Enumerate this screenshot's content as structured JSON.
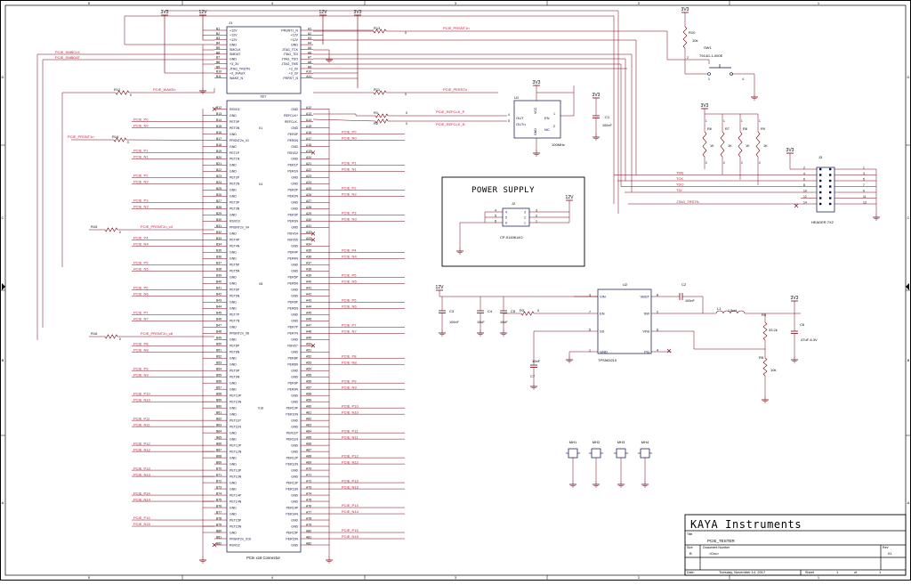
{
  "frame": {
    "cols": [
      "5",
      "4",
      "3",
      "2",
      "1"
    ],
    "rows": [
      "D",
      "C",
      "B",
      "A"
    ]
  },
  "connector": {
    "ref": "J1",
    "caption": "PCIe x16 Connector",
    "key": "KEY",
    "left_top": [
      {
        "pin": "B1",
        "name": "+12V"
      },
      {
        "pin": "B2",
        "name": "+12V"
      },
      {
        "pin": "B3",
        "name": "+12V"
      },
      {
        "pin": "B4",
        "name": "GND"
      },
      {
        "pin": "B5",
        "name": "SMCLK"
      },
      {
        "pin": "B6",
        "name": "SMDAT"
      },
      {
        "pin": "B7",
        "name": "GND"
      },
      {
        "pin": "B8",
        "name": "+3_3V"
      },
      {
        "pin": "B9",
        "name": "JTAG_TRSTN"
      },
      {
        "pin": "B10",
        "name": "+3_3VAUX"
      },
      {
        "pin": "B11",
        "name": "WAKE_N"
      }
    ],
    "right_top": [
      {
        "pin": "A1",
        "name": "PRSNT1_N"
      },
      {
        "pin": "A2",
        "name": "+12V"
      },
      {
        "pin": "A3",
        "name": "+12V"
      },
      {
        "pin": "A4",
        "name": "GND"
      },
      {
        "pin": "A5",
        "name": "JTAG_TCK"
      },
      {
        "pin": "A6",
        "name": "JTAG_TDI"
      },
      {
        "pin": "A7",
        "name": "JTAG_TDO"
      },
      {
        "pin": "A8",
        "name": "JTAG_TMS"
      },
      {
        "pin": "A9",
        "name": "+3_3V"
      },
      {
        "pin": "A10",
        "name": "+3_3V"
      },
      {
        "pin": "A11",
        "name": "PERST_N"
      }
    ],
    "left_main": [
      {
        "pin": "B12",
        "name": "RSVD1"
      },
      {
        "pin": "B13",
        "name": "GND"
      },
      {
        "pin": "B14",
        "name": "PET0P"
      },
      {
        "pin": "B15",
        "name": "PET0N"
      },
      {
        "pin": "B16",
        "name": "GND"
      },
      {
        "pin": "B17",
        "name": "PRSNT2n_X1"
      },
      {
        "pin": "B18",
        "name": "GND"
      },
      {
        "pin": "B19",
        "name": "PET1P"
      },
      {
        "pin": "B20",
        "name": "PET1N"
      },
      {
        "pin": "B21",
        "name": "GND"
      },
      {
        "pin": "B22",
        "name": "GND"
      },
      {
        "pin": "B23",
        "name": "PET2P"
      },
      {
        "pin": "B24",
        "name": "PET2N"
      },
      {
        "pin": "B25",
        "name": "GND"
      },
      {
        "pin": "B26",
        "name": "GND"
      },
      {
        "pin": "B27",
        "name": "PET3P"
      },
      {
        "pin": "B28",
        "name": "PET3N"
      },
      {
        "pin": "B29",
        "name": "GND"
      },
      {
        "pin": "B30",
        "name": "RSVD3"
      },
      {
        "pin": "B31",
        "name": "PRSNT2n_X4"
      },
      {
        "pin": "B32",
        "name": "GND"
      },
      {
        "pin": "B33",
        "name": "PET4P"
      },
      {
        "pin": "B34",
        "name": "PET4N"
      },
      {
        "pin": "B35",
        "name": "GND"
      },
      {
        "pin": "B36",
        "name": "GND"
      },
      {
        "pin": "B37",
        "name": "PET5P"
      },
      {
        "pin": "B38",
        "name": "PET5N"
      },
      {
        "pin": "B39",
        "name": "GND"
      },
      {
        "pin": "B40",
        "name": "GND"
      },
      {
        "pin": "B41",
        "name": "PET6P"
      },
      {
        "pin": "B42",
        "name": "PET6N"
      },
      {
        "pin": "B43",
        "name": "GND"
      },
      {
        "pin": "B44",
        "name": "GND"
      },
      {
        "pin": "B45",
        "name": "PET7P"
      },
      {
        "pin": "B46",
        "name": "PET7N"
      },
      {
        "pin": "B47",
        "name": "GND"
      },
      {
        "pin": "B48",
        "name": "PRSNT2n_X8"
      },
      {
        "pin": "B49",
        "name": "GND"
      },
      {
        "pin": "B50",
        "name": "PET8P"
      },
      {
        "pin": "B51",
        "name": "PET8N"
      },
      {
        "pin": "B52",
        "name": "GND"
      },
      {
        "pin": "B53",
        "name": "GND"
      },
      {
        "pin": "B54",
        "name": "PET9P"
      },
      {
        "pin": "B55",
        "name": "PET9N"
      },
      {
        "pin": "B56",
        "name": "GND"
      },
      {
        "pin": "B57",
        "name": "GND"
      },
      {
        "pin": "B58",
        "name": "PET10P"
      },
      {
        "pin": "B59",
        "name": "PET10N"
      },
      {
        "pin": "B60",
        "name": "GND"
      },
      {
        "pin": "B61",
        "name": "GND"
      },
      {
        "pin": "B62",
        "name": "PET11P"
      },
      {
        "pin": "B63",
        "name": "PET11N"
      },
      {
        "pin": "B64",
        "name": "GND"
      },
      {
        "pin": "B65",
        "name": "GND"
      },
      {
        "pin": "B66",
        "name": "PET12P"
      },
      {
        "pin": "B67",
        "name": "PET12N"
      },
      {
        "pin": "B68",
        "name": "GND"
      },
      {
        "pin": "B69",
        "name": "GND"
      },
      {
        "pin": "B70",
        "name": "PET13P"
      },
      {
        "pin": "B71",
        "name": "PET13N"
      },
      {
        "pin": "B72",
        "name": "GND"
      },
      {
        "pin": "B73",
        "name": "GND"
      },
      {
        "pin": "B74",
        "name": "PET14P"
      },
      {
        "pin": "B75",
        "name": "PET14N"
      },
      {
        "pin": "B76",
        "name": "GND"
      },
      {
        "pin": "B77",
        "name": "GND"
      },
      {
        "pin": "B78",
        "name": "PET15P"
      },
      {
        "pin": "B79",
        "name": "PET15N"
      },
      {
        "pin": "B80",
        "name": "GND"
      },
      {
        "pin": "B81",
        "name": "PRSNT2n_X16"
      },
      {
        "pin": "B82",
        "name": "RSVD2"
      }
    ],
    "right_main": [
      {
        "pin": "A12",
        "name": "GND"
      },
      {
        "pin": "A13",
        "name": "REFCLK+"
      },
      {
        "pin": "A14",
        "name": "REFCLK-"
      },
      {
        "pin": "A15",
        "name": "GND"
      },
      {
        "pin": "A16",
        "name": "PER0P"
      },
      {
        "pin": "A17",
        "name": "PER0N"
      },
      {
        "pin": "A18",
        "name": "GND"
      },
      {
        "pin": "A19",
        "name": "RSVD2"
      },
      {
        "pin": "A20",
        "name": "GND"
      },
      {
        "pin": "A21",
        "name": "PER1P"
      },
      {
        "pin": "A22",
        "name": "PER1N"
      },
      {
        "pin": "A23",
        "name": "GND"
      },
      {
        "pin": "A24",
        "name": "GND"
      },
      {
        "pin": "A25",
        "name": "PER2P"
      },
      {
        "pin": "A26",
        "name": "PER2N"
      },
      {
        "pin": "A27",
        "name": "GND"
      },
      {
        "pin": "A28",
        "name": "GND"
      },
      {
        "pin": "A29",
        "name": "PER3P"
      },
      {
        "pin": "A30",
        "name": "PER3N"
      },
      {
        "pin": "A31",
        "name": "GND"
      },
      {
        "pin": "A32",
        "name": "RSVD4"
      },
      {
        "pin": "A33",
        "name": "RSVD5"
      },
      {
        "pin": "A34",
        "name": "GND"
      },
      {
        "pin": "A35",
        "name": "PER4P"
      },
      {
        "pin": "A36",
        "name": "PER4N"
      },
      {
        "pin": "A37",
        "name": "GND"
      },
      {
        "pin": "A38",
        "name": "GND"
      },
      {
        "pin": "A39",
        "name": "PER5P"
      },
      {
        "pin": "A40",
        "name": "PER5N"
      },
      {
        "pin": "A41",
        "name": "GND"
      },
      {
        "pin": "A42",
        "name": "GND"
      },
      {
        "pin": "A43",
        "name": "PER6P"
      },
      {
        "pin": "A44",
        "name": "PER6N"
      },
      {
        "pin": "A45",
        "name": "GND"
      },
      {
        "pin": "A46",
        "name": "GND"
      },
      {
        "pin": "A47",
        "name": "PER7P"
      },
      {
        "pin": "A48",
        "name": "PER7N"
      },
      {
        "pin": "A49",
        "name": "GND"
      },
      {
        "pin": "A50",
        "name": "RSVD7"
      },
      {
        "pin": "A51",
        "name": "GND"
      },
      {
        "pin": "A52",
        "name": "PER8P"
      },
      {
        "pin": "A53",
        "name": "PER8N"
      },
      {
        "pin": "A54",
        "name": "GND"
      },
      {
        "pin": "A55",
        "name": "GND"
      },
      {
        "pin": "A56",
        "name": "PER9P"
      },
      {
        "pin": "A57",
        "name": "PER9N"
      },
      {
        "pin": "A58",
        "name": "GND"
      },
      {
        "pin": "A59",
        "name": "GND"
      },
      {
        "pin": "A60",
        "name": "PER10P"
      },
      {
        "pin": "A61",
        "name": "PER10N"
      },
      {
        "pin": "A62",
        "name": "GND"
      },
      {
        "pin": "A63",
        "name": "GND"
      },
      {
        "pin": "A64",
        "name": "PER11P"
      },
      {
        "pin": "A65",
        "name": "PER11N"
      },
      {
        "pin": "A66",
        "name": "GND"
      },
      {
        "pin": "A67",
        "name": "GND"
      },
      {
        "pin": "A68",
        "name": "PER12P"
      },
      {
        "pin": "A69",
        "name": "PER12N"
      },
      {
        "pin": "A70",
        "name": "GND"
      },
      {
        "pin": "A71",
        "name": "GND"
      },
      {
        "pin": "A72",
        "name": "PER13P"
      },
      {
        "pin": "A73",
        "name": "PER13N"
      },
      {
        "pin": "A74",
        "name": "GND"
      },
      {
        "pin": "A75",
        "name": "GND"
      },
      {
        "pin": "A76",
        "name": "PER14P"
      },
      {
        "pin": "A77",
        "name": "PER14N"
      },
      {
        "pin": "A78",
        "name": "GND"
      },
      {
        "pin": "A79",
        "name": "GND"
      },
      {
        "pin": "A80",
        "name": "PER15P"
      },
      {
        "pin": "A81",
        "name": "PER15N"
      },
      {
        "pin": "A82",
        "name": "GND"
      }
    ],
    "section_labels": [
      "X1",
      "X4",
      "X8",
      "X16"
    ]
  },
  "nets": {
    "left": [
      "PCIE_SMBCLK",
      "PCIE_SMBDAT",
      "PCIE_WAKEn",
      "PCIE_P0",
      "PCIE_N0",
      "PCIE_PRSNT1n",
      "PCIE_P1",
      "PCIE_N1",
      "PCIE_P2",
      "PCIE_N2",
      "PCIE_P3",
      "PCIE_N3",
      "PCIE_PRSNT2n_x4",
      "PCIE_P4",
      "PCIE_N4",
      "PCIE_P5",
      "PCIE_N5",
      "PCIE_P6",
      "PCIE_N6",
      "PCIE_P7",
      "PCIE_N7",
      "PCIE_PRSNT2n_x8",
      "PCIE_P8",
      "PCIE_N8",
      "PCIE_P9",
      "PCIE_N9",
      "PCIE_P10",
      "PCIE_N10",
      "PCIE_P11",
      "PCIE_N11",
      "PCIE_P12",
      "PCIE_N12",
      "PCIE_P13",
      "PCIE_N13",
      "PCIE_P14",
      "PCIE_N14",
      "PCIE_P15",
      "PCIE_N15"
    ],
    "right": [
      "PCIE_P0",
      "PCIE_N0",
      "PCIE_P1",
      "PCIE_N1",
      "PCIE_P2",
      "PCIE_N2",
      "PCIE_P3",
      "PCIE_N3",
      "PCIE_P4",
      "PCIE_N4",
      "PCIE_P5",
      "PCIE_N5",
      "PCIE_P6",
      "PCIE_N6",
      "PCIE_P7",
      "PCIE_N7",
      "PCIE_P8",
      "PCIE_N8",
      "PCIE_P9",
      "PCIE_N9",
      "PCIE_P10",
      "PCIE_N10",
      "PCIE_P11",
      "PCIE_N11",
      "PCIE_P12",
      "PCIE_N12",
      "PCIE_P13",
      "PCIE_N13",
      "PCIE_P14",
      "PCIE_N14",
      "PCIE_P15",
      "PCIE_N15"
    ],
    "prsnt1n_top": "PCIE_PRSNT1n",
    "perstn": "PCIE_PERSTn",
    "refclk_p": "PCIE_REFCLK_P",
    "refclk_n": "PCIE_REFCLK_N",
    "jtag": [
      "TMS",
      "TCK",
      "TDO",
      "TDI",
      "JTAG_TRSTN"
    ]
  },
  "resistors_left": [
    {
      "ref": "R12",
      "value": "0"
    },
    {
      "ref": "R14",
      "value": "0"
    },
    {
      "ref": "R15",
      "value": "0"
    },
    {
      "ref": "R16",
      "value": "0"
    }
  ],
  "resistors_top": [
    {
      "ref": "R13",
      "value": "0"
    },
    {
      "ref": "R11",
      "value": "0"
    },
    {
      "ref": "R1",
      "value": "0"
    },
    {
      "ref": "R2",
      "value": "0"
    }
  ],
  "power": {
    "v33": "3V3",
    "v12": "12V"
  },
  "oscillator": {
    "ref": "U1",
    "freq": "100MHz",
    "pins": [
      {
        "n": "4",
        "name": "OUT"
      },
      {
        "n": "5",
        "name": "OUTn"
      },
      {
        "n": "1",
        "name": "EN"
      },
      {
        "n": "2",
        "name": "NC"
      },
      {
        "n": "6",
        "name": "VCC"
      },
      {
        "n": "3",
        "name": "GND"
      }
    ]
  },
  "c1": {
    "ref": "C1",
    "value": "100nF"
  },
  "switch": {
    "ref": "SW1",
    "part": "7914G-1-000E",
    "r": {
      "ref": "R10",
      "value": "10k"
    }
  },
  "pullups": [
    {
      "ref": "R6",
      "value": "1K"
    },
    {
      "ref": "R7",
      "value": "1K"
    },
    {
      "ref": "R8",
      "value": "1K"
    },
    {
      "ref": "R9",
      "value": "1K"
    }
  ],
  "header": {
    "ref": "J3",
    "part": "HEADER 7X2",
    "left_pins": [
      "2",
      "4",
      "6",
      "8",
      "10",
      "12",
      "14"
    ],
    "right_pins": [
      "1",
      "3",
      "5",
      "7",
      "9",
      "11",
      "13"
    ]
  },
  "power_supply": {
    "title": "POWER SUPPLY",
    "ref": "J2",
    "part": "CP-0140614O",
    "pins_left": [
      "4",
      "5",
      "6"
    ],
    "pins_right": [
      "3",
      "2",
      "1"
    ]
  },
  "regulator": {
    "ref": "U2",
    "part": "TPS563210",
    "pins": [
      {
        "n": "3",
        "name": "VIN"
      },
      {
        "n": "7",
        "name": "EN"
      },
      {
        "n": "5",
        "name": "SS"
      },
      {
        "n": "1",
        "name": "GND"
      },
      {
        "n": "8",
        "name": "VBST"
      },
      {
        "n": "2",
        "name": "SW"
      },
      {
        "n": "6",
        "name": "VFB"
      },
      {
        "n": "4",
        "name": "PG"
      }
    ]
  },
  "ps_parts": {
    "c3": {
      "ref": "C3",
      "value": "100nF"
    },
    "c4": {
      "ref": "C4",
      "value": "10uF"
    },
    "c5": {
      "ref": "C5",
      "value": "10uF"
    },
    "r3": {
      "ref": "R3",
      "value": "0"
    },
    "c2": {
      "ref": "C2",
      "value": "100nF"
    },
    "l1": {
      "ref": "L1",
      "value": "1.5uH"
    },
    "r4": {
      "ref": "R4",
      "value": "33.2k"
    },
    "r5": {
      "ref": "R5",
      "value": "10k"
    },
    "c6": {
      "ref": "C6",
      "value": "47uF-6.3V"
    },
    "c7": {
      "ref": "C7",
      "value": "10nF"
    }
  },
  "mounting_holes": [
    "MH1",
    "MH2",
    "MH3",
    "MH4"
  ],
  "title_block": {
    "company": "KAYA Instruments",
    "title_label": "Title",
    "title": "PCIE_TESTER",
    "size_label": "Size",
    "size": "B",
    "docnum_label": "Document Number",
    "docnum": "<Doc>",
    "rev_label": "Rev",
    "rev": "01",
    "date_label": "Date:",
    "date": "Tuesday, November 14, 2017",
    "sheet_label": "Sheet",
    "sheet": "1",
    "of_label": "of",
    "of": "1"
  },
  "colors": {
    "wire": "#7a0010",
    "net": "#cc1133",
    "part": "#0a0a44",
    "ink": "#000000"
  }
}
